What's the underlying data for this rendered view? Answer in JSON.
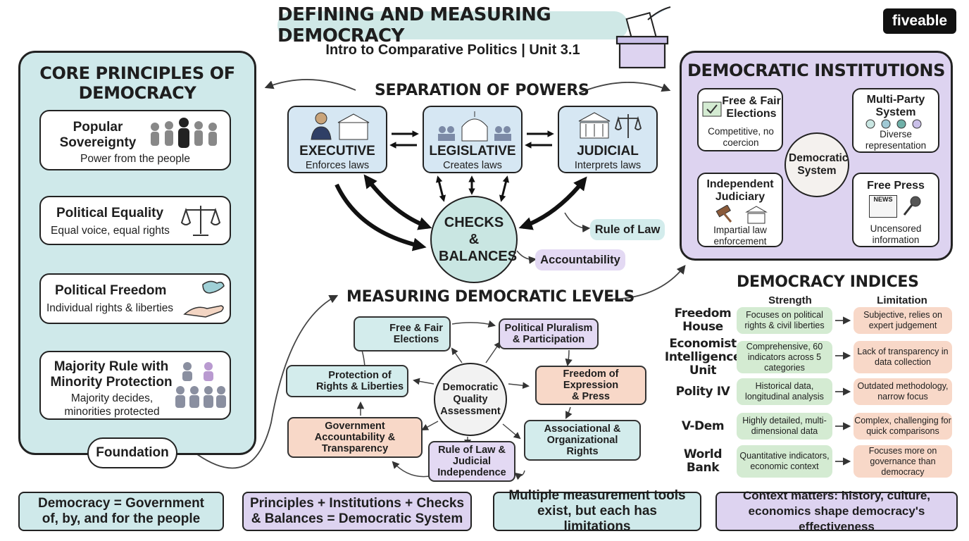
{
  "header": {
    "title": "DEFINING AND MEASURING DEMOCRACY",
    "subtitle": "Intro to Comparative Politics | Unit 3.1",
    "logo": "fiveable"
  },
  "core_principles": {
    "title": "CORE PRINCIPLES OF DEMOCRACY",
    "items": [
      {
        "title": "Popular Sovereignty",
        "desc": "Power from the people",
        "icon": "crowd-icon"
      },
      {
        "title": "Political Equality",
        "desc": "Equal voice, equal rights",
        "icon": "scales-icon"
      },
      {
        "title": "Political Freedom",
        "desc": "Individual rights & liberties",
        "icon": "dove-hand-icon"
      },
      {
        "title": "Majority Rule with Minority Protection",
        "desc": "Majority decides, minorities protected",
        "icon": "group-icon"
      }
    ],
    "foundation": "Foundation"
  },
  "separation": {
    "title": "SEPARATION OF POWERS",
    "branches": [
      {
        "name": "EXECUTIVE",
        "desc": "Enforces laws",
        "icon": "executive-icon"
      },
      {
        "name": "LEGISLATIVE",
        "desc": "Creates laws",
        "icon": "capitol-icon"
      },
      {
        "name": "JUDICIAL",
        "desc": "Interprets laws",
        "icon": "courthouse-icon"
      }
    ],
    "center": "CHECKS & BALANCES",
    "outcomes": [
      "Rule of Law",
      "Accountability"
    ]
  },
  "institutions": {
    "title": "DEMOCRATIC INSTITUTIONS",
    "center": "Democratic System",
    "items": [
      {
        "title": "Free & Fair Elections",
        "desc": "Competitive, no coercion"
      },
      {
        "title": "Multi-Party System",
        "desc": "Diverse representation"
      },
      {
        "title": "Independent Judiciary",
        "desc": "Impartial law enforcement"
      },
      {
        "title": "Free Press",
        "desc": "Uncensored information"
      }
    ],
    "news_label": "NEWS"
  },
  "measuring": {
    "title": "MEASURING DEMOCRATIC LEVELS",
    "center": "Democratic Quality Assessment",
    "nodes": [
      "Free & Fair Elections",
      "Political Pluralism & Participation",
      "Freedom of Expression & Press",
      "Associational & Organizational Rights",
      "Rule of Law & Judicial Independence",
      "Government Accountability & Transparency",
      "Protection of Rights & Liberties"
    ]
  },
  "indices": {
    "title": "DEMOCRACY INDICES",
    "col_strength": "Strength",
    "col_limitation": "Limitation",
    "rows": [
      {
        "name": "Freedom House",
        "strength": "Focuses on political rights & civil liberties",
        "limitation": "Subjective, relies on expert judgement"
      },
      {
        "name": "Economist Intelligence Unit",
        "strength": "Comprehensive, 60 indicators across 5 categories",
        "limitation": "Lack of transparency in data collection"
      },
      {
        "name": "Polity IV",
        "strength": "Historical data, longitudinal analysis",
        "limitation": "Outdated methodology, narrow focus"
      },
      {
        "name": "V-Dem",
        "strength": "Highly detailed, multi-dimensional data",
        "limitation": "Complex, challenging for quick comparisons"
      },
      {
        "name": "World Bank",
        "strength": "Quantitative indicators, economic context",
        "limitation": "Focuses more on governance than democracy"
      }
    ]
  },
  "footer": [
    "Democracy = Government of, by, and for the people",
    "Principles + Institutions + Checks & Balances = Democratic System",
    "Multiple measurement tools exist, but each has limitations",
    "Context matters: history, culture, economics shape democracy's effectiveness"
  ],
  "colors": {
    "teal": "#cfe9ea",
    "lavender": "#ddd3f0",
    "blue": "#d6e7f3",
    "green": "#d4ebd2",
    "peach": "#f8d8c8"
  }
}
